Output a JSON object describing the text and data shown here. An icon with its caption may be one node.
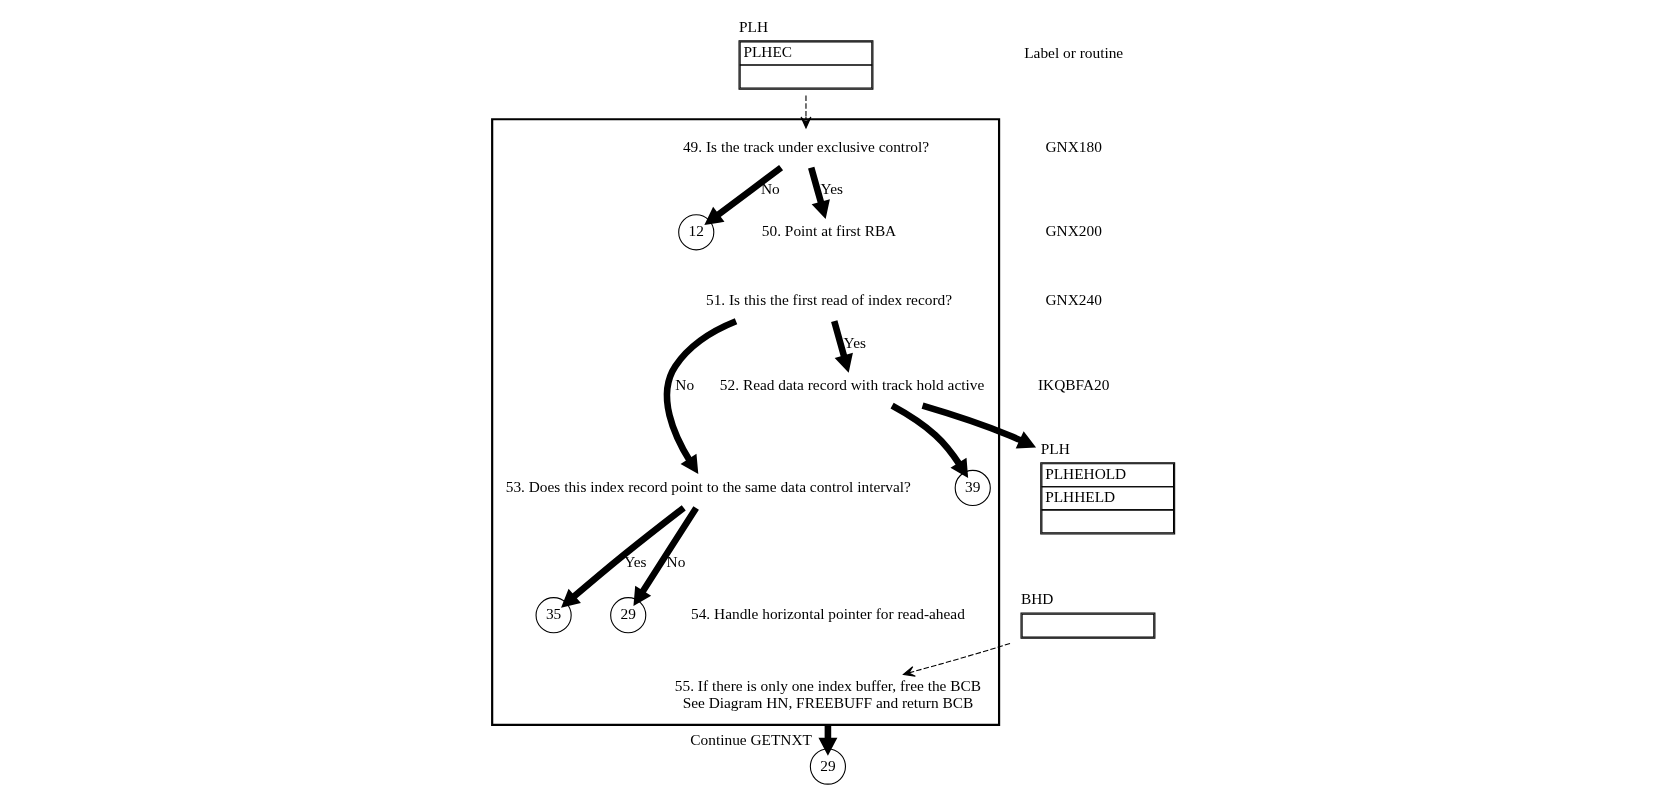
{
  "diagram": {
    "nodes": [
      {
        "text": [
          "PLH",
          "PLHEC"
        ]
      },
      {
        "text": [],
        "shape": "box"
      },
      {
        "text": [
          "49. Is the track under exclusive control?"
        ],
        "in": 1
      },
      {
        "text": [
          "12"
        ],
        "in": 1
      },
      {
        "text": [
          "50. Point at first RBA"
        ],
        "in": 1
      },
      {
        "text": [
          "51. Is this the first read of index record?"
        ],
        "in": 1
      },
      {
        "text": [
          "52. Read data record with track hold active"
        ],
        "in": 1
      },
      {
        "text": [
          "39"
        ],
        "in": 1
      },
      {
        "text": [
          "53. Does this index record point to the same data control interval?"
        ],
        "in": 1
      },
      {
        "text": [
          "35"
        ],
        "in": 1
      },
      {
        "text": [
          "29"
        ],
        "in": 1
      },
      {
        "text": [
          "54. Handle horizontal pointer for read-ahead"
        ],
        "in": 1
      },
      {
        "text": [
          "55. If there is only one index buffer, free the BCB",
          "See Diagram HN, FREEBUFF and return BCB"
        ],
        "in": 1
      },
      {
        "text": [
          "PLH",
          "PLHEHOLD",
          "PLHHELD"
        ]
      },
      {
        "text": [
          "BHD"
        ]
      },
      {
        "text": [
          "29"
        ],
        "beside": [
          "Continue GETNXT"
        ]
      }
    ],
    "edges": [
      {
        "from": 0,
        "to": 2,
        "arrow": "to",
        "style": "dashed"
      },
      {
        "from": 2,
        "to": 4,
        "arrow": "to",
        "label": "Yes"
      },
      {
        "from": 2,
        "to": 3,
        "arrow": "to",
        "label": "No"
      },
      {
        "from": 5,
        "to": 8,
        "arrow": "to",
        "label": "No"
      },
      {
        "from": 5,
        "to": 6,
        "arrow": "to",
        "label": "Yes"
      },
      {
        "from": 6,
        "to": 7,
        "arrow": "to"
      },
      {
        "from": 8,
        "to": 9,
        "arrow": "to",
        "label": "Yes"
      },
      {
        "from": 8,
        "to": 10,
        "arrow": "to",
        "label": "No"
      },
      {
        "from": 6,
        "to": 13,
        "arrow": "to"
      },
      {
        "from": 14,
        "to": 12,
        "arrow": "to",
        "style": "dashed"
      },
      {
        "from": 1,
        "to": 15,
        "arrow": "to"
      }
    ],
    "labels": [
      "Label or routine",
      "GNX180",
      "GNX200",
      "GNX240",
      "IKQBFA20"
    ]
  }
}
